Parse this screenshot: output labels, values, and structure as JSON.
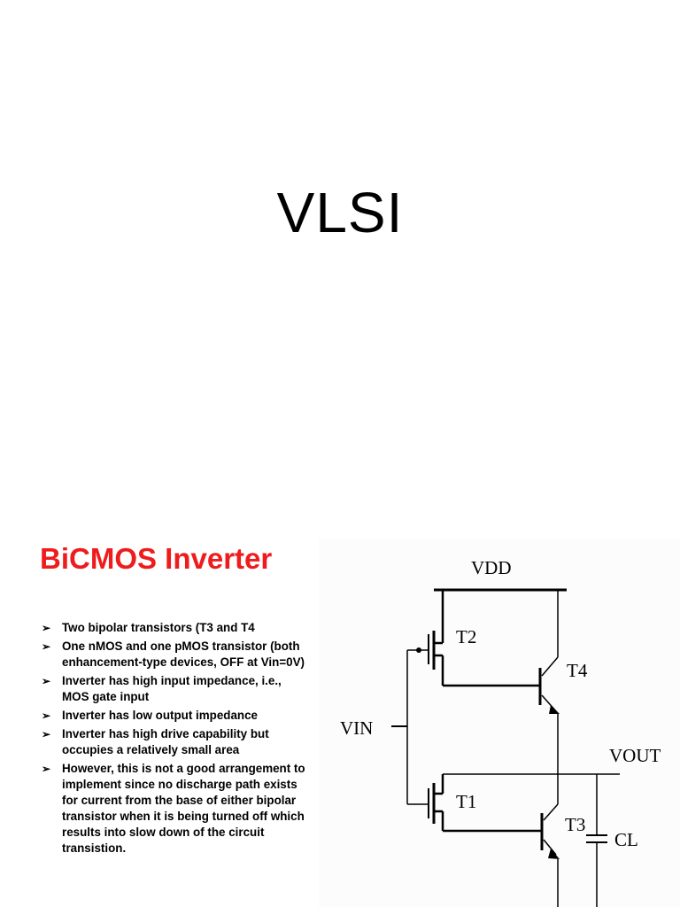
{
  "title_slide": {
    "title": "VLSI"
  },
  "slide2": {
    "heading": "BiCMOS Inverter",
    "bullet_marker": "➢",
    "bullets": [
      "Two bipolar transistors (T3 and T4",
      "One nMOS and one pMOS transistor (both enhancement-type devices, OFF at Vin=0V)",
      " Inverter has high input impedance, i.e., MOS gate input",
      "Inverter has low output impedance",
      "Inverter has high drive capability but occupies a relatively small area",
      "However, this is not a good arrangement to implement since no discharge path exists for current from the base of either bipolar transistor when it is being turned off which results into slow down of the circuit transistion."
    ],
    "heading_color": "#ee1c1c",
    "circuit": {
      "vdd": "VDD",
      "vin": "VIN",
      "vout": "VOUT",
      "t1": "T1",
      "t2": "T2",
      "t3": "T3",
      "t4": "T4",
      "cl": "CL"
    }
  }
}
